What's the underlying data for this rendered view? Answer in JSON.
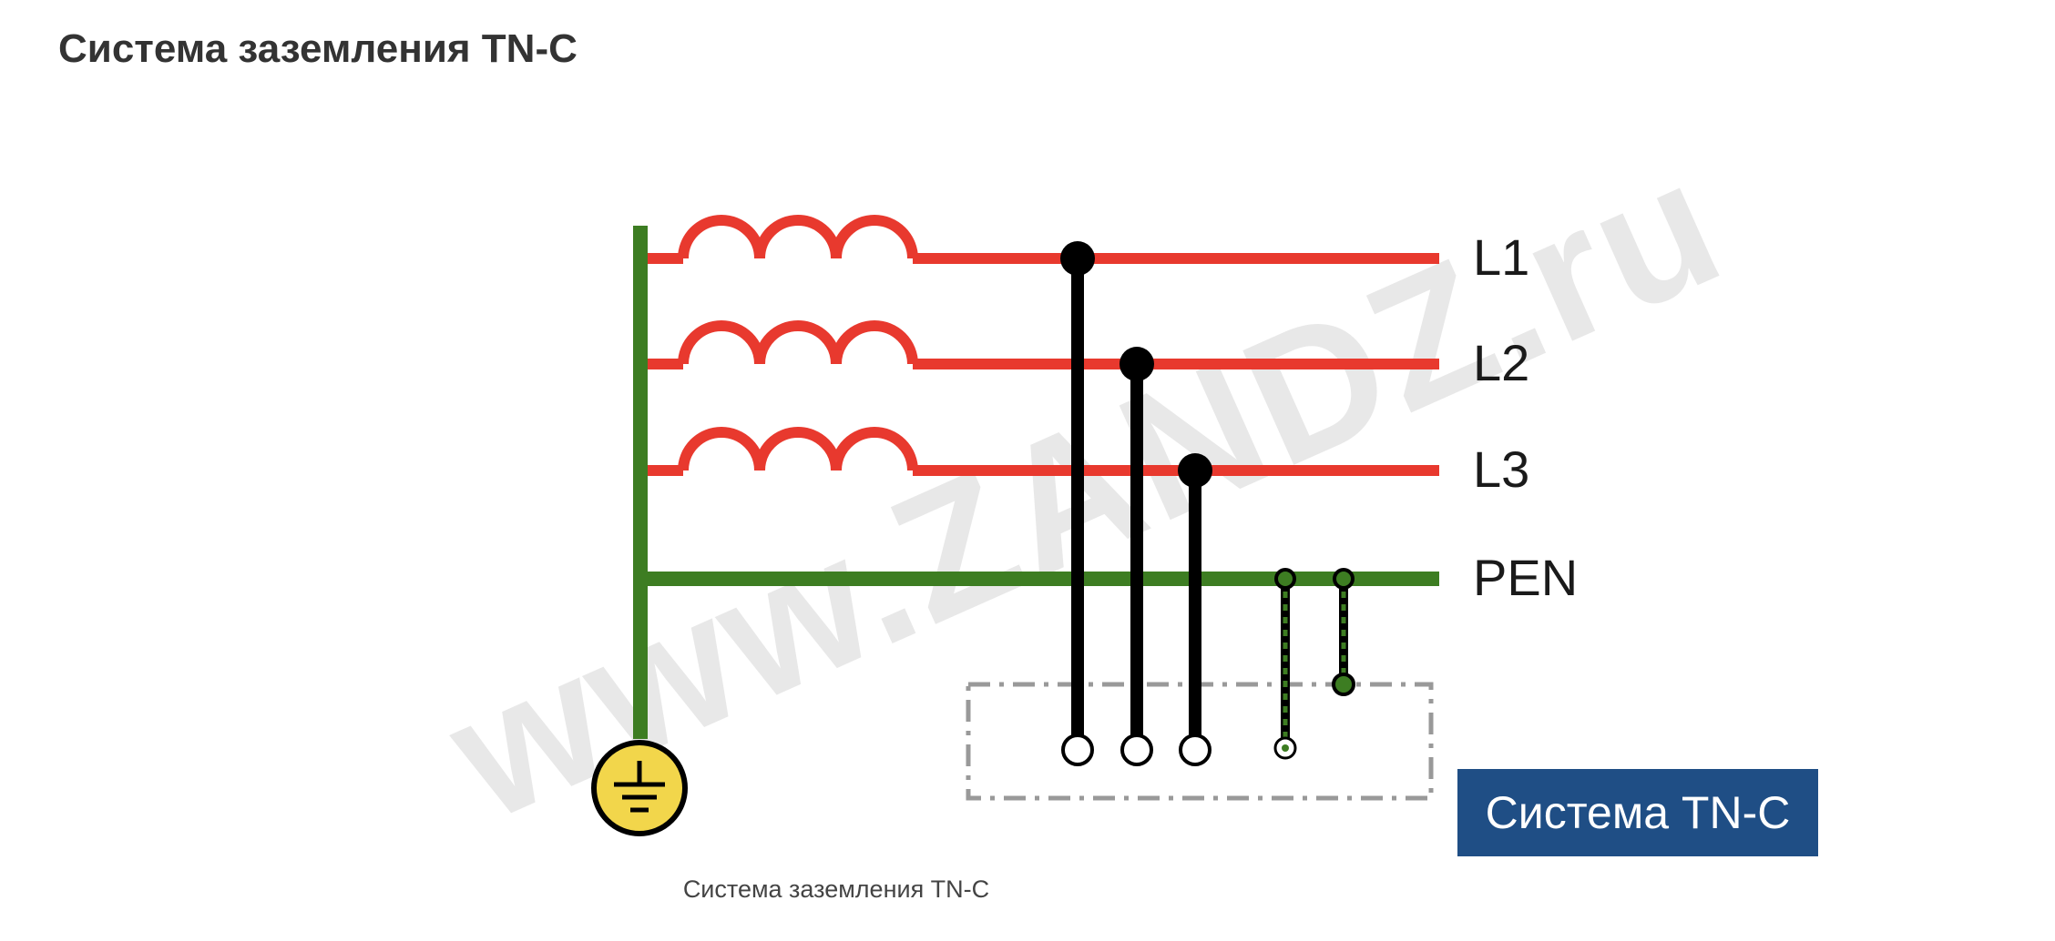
{
  "heading": "Система заземления TN-C",
  "diagram": {
    "watermark": "www.ZANDZ.ru",
    "line_labels": {
      "l1": "L1",
      "l2": "L2",
      "l3": "L3",
      "pen": "PEN"
    },
    "badge": "Система TN-C",
    "colors": {
      "phase_conductor": "#e8392e",
      "pen_conductor": "#3d7d22",
      "load_connection": "#000000",
      "consumer_boundary": "#999999",
      "ground_symbol_fill": "#f2d64b",
      "badge_background": "#1f4e85"
    },
    "icons": [
      "ground-symbol-icon",
      "transformer-winding-icon"
    ]
  },
  "caption": "Система заземления TN-C"
}
